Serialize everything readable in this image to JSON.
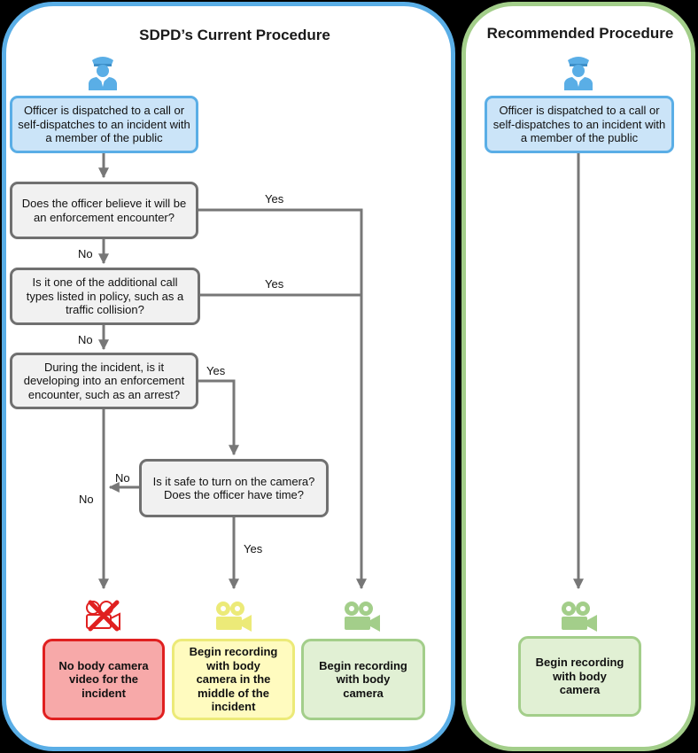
{
  "current": {
    "title": "SDPD’s Current Procedure",
    "dispatch": "Officer is dispatched to a call or self-dispatches to an incident with a member of the public",
    "q1": "Does the officer believe it will be an enforcement encounter?",
    "q2": "Is it one of the additional call types listed in policy, such as a traffic collision?",
    "q3": "During the incident, is it developing into an enforcement encounter, such as an arrest?",
    "q4": "Is it safe to turn on the camera? Does the officer have time?",
    "out_none": "No body camera video for the incident",
    "out_middle": "Begin recording with body camera in the middle of the incident",
    "out_begin": "Begin recording with body camera",
    "labels": {
      "yes_q1": "Yes",
      "no_q1": "No",
      "yes_q2": "Yes",
      "no_q2": "No",
      "yes_q3": "Yes",
      "no_q3": "No",
      "no_q4": "No",
      "yes_q4": "Yes"
    }
  },
  "recommended": {
    "title": "Recommended Procedure",
    "dispatch": "Officer is dispatched to a call or self-dispatches to an incident with a member of the public",
    "out_begin": "Begin recording with body camera"
  },
  "colors": {
    "blue": "#5aaee6",
    "green": "#a3ce8a",
    "red": "#e02020",
    "yellow": "#ecea78",
    "gray": "#707070"
  },
  "icons": [
    "police-officer-icon",
    "camera-crossed-icon",
    "video-camera-icon"
  ]
}
